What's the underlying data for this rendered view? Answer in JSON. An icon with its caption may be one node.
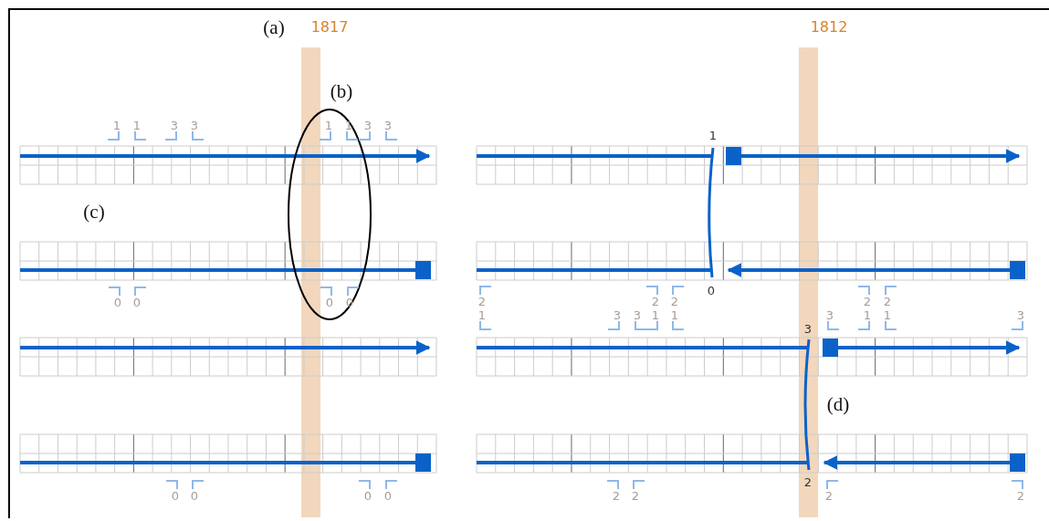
{
  "diagram": {
    "labels": [
      "(a)",
      "1817",
      "1812",
      "(b)",
      "1",
      "1",
      "3",
      "3",
      "1",
      "1",
      "3",
      "3",
      "1",
      "(c)",
      "0",
      "0",
      "0",
      "0",
      "0",
      "2",
      "2",
      "2",
      "2",
      "2",
      "1",
      "3",
      "3",
      "1",
      "1",
      "3",
      "1",
      "1",
      "3",
      "3",
      "(d)",
      "2",
      "0",
      "0",
      "0",
      "0",
      "2",
      "2",
      "2",
      "2"
    ]
  }
}
